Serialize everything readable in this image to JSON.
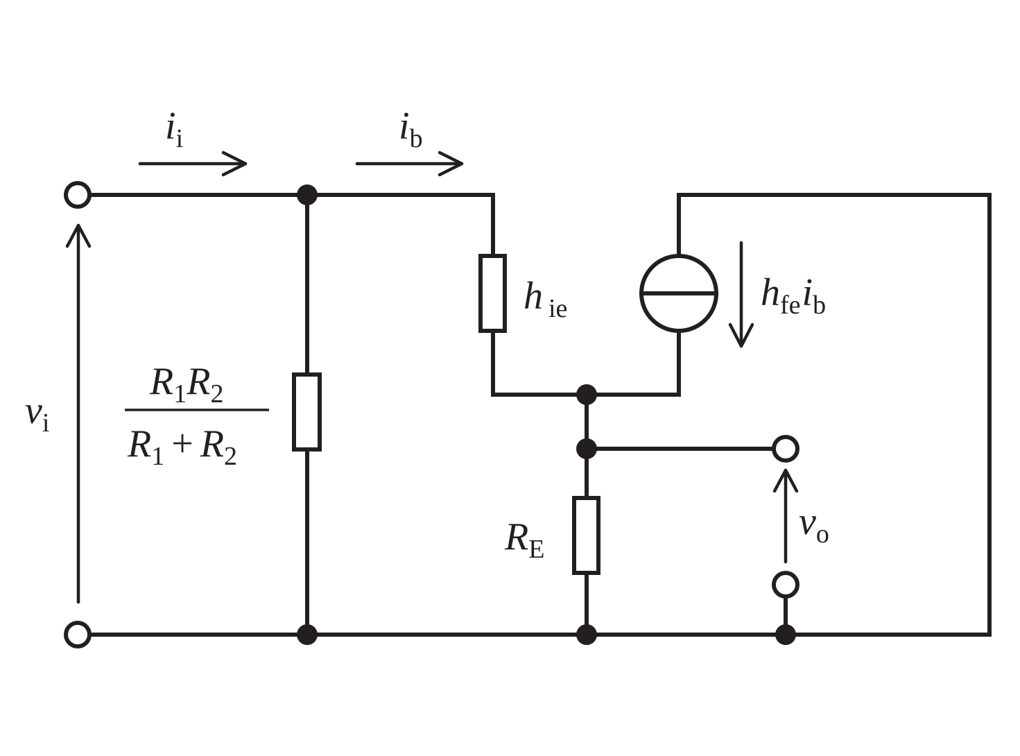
{
  "labels": {
    "input_current": {
      "symbol": "i",
      "subscript": "i"
    },
    "base_current": {
      "symbol": "i",
      "subscript": "b"
    },
    "input_voltage": {
      "symbol": "v",
      "subscript": "i"
    },
    "output_voltage": {
      "symbol": "v",
      "subscript": "o"
    },
    "hie": {
      "symbol": "h",
      "subscript": "ie"
    },
    "hfe_ib": {
      "symbol1": "h",
      "subscript1": "fe",
      "symbol2": "i",
      "subscript2": "b"
    },
    "emitter_resistor": {
      "symbol": "R",
      "subscript": "E"
    },
    "bias_resistor": {
      "numerator": {
        "a_symbol": "R",
        "a_sub": "1",
        "b_symbol": "R",
        "b_sub": "2"
      },
      "denominator": {
        "a_symbol": "R",
        "a_sub": "1",
        "operator": "+",
        "b_symbol": "R",
        "b_sub": "2"
      }
    }
  }
}
